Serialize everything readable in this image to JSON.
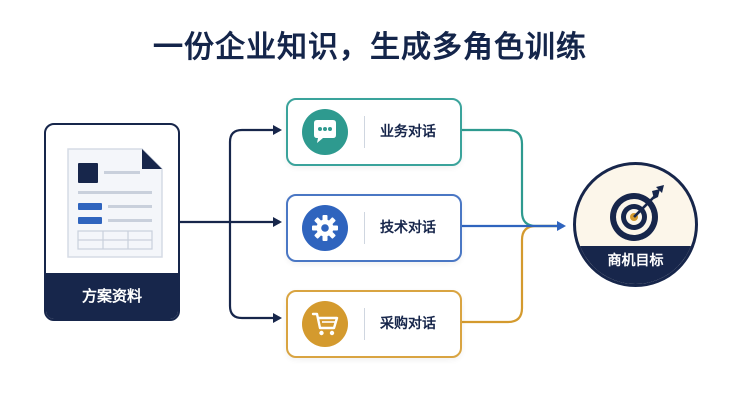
{
  "title": "一份企业知识，生成多角色训练",
  "source": {
    "label": "方案资料",
    "icon": "document-icon"
  },
  "dialogues": [
    {
      "label": "业务对话",
      "icon": "chat-bubble-icon",
      "color": "#2e9a8f"
    },
    {
      "label": "技术对话",
      "icon": "gear-icon",
      "color": "#2f64be"
    },
    {
      "label": "采购对话",
      "icon": "shopping-cart-icon",
      "color": "#d49a2e"
    }
  ],
  "goal": {
    "label": "商机目标",
    "icon": "target-icon"
  },
  "colors": {
    "navy": "#17264b",
    "teal": "#2e9a8f",
    "blue": "#2f64be",
    "gold": "#d49a2e"
  }
}
